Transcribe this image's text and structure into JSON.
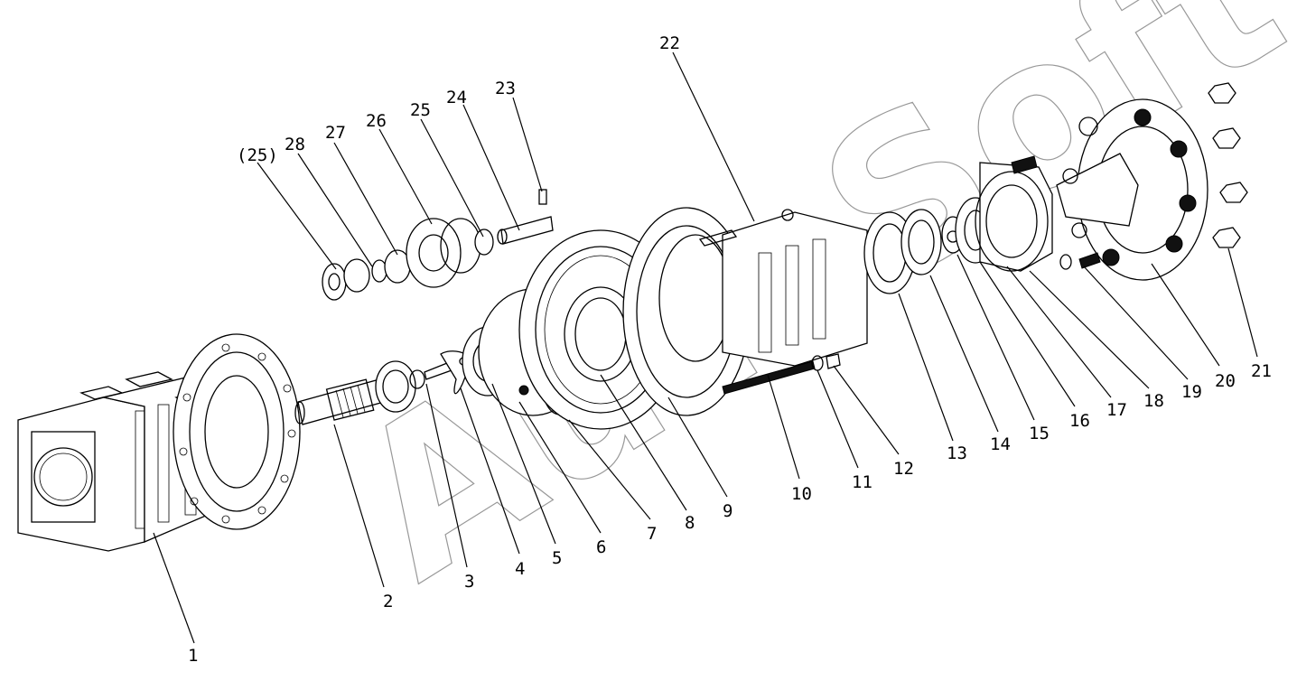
{
  "diagram": {
    "callouts": [
      "1",
      "2",
      "3",
      "4",
      "5",
      "6",
      "7",
      "8",
      "9",
      "10",
      "11",
      "12",
      "13",
      "14",
      "15",
      "16",
      "17",
      "18",
      "19",
      "20",
      "21",
      "22",
      "23",
      "24",
      "25",
      "(25)",
      "26",
      "27",
      "28"
    ]
  }
}
